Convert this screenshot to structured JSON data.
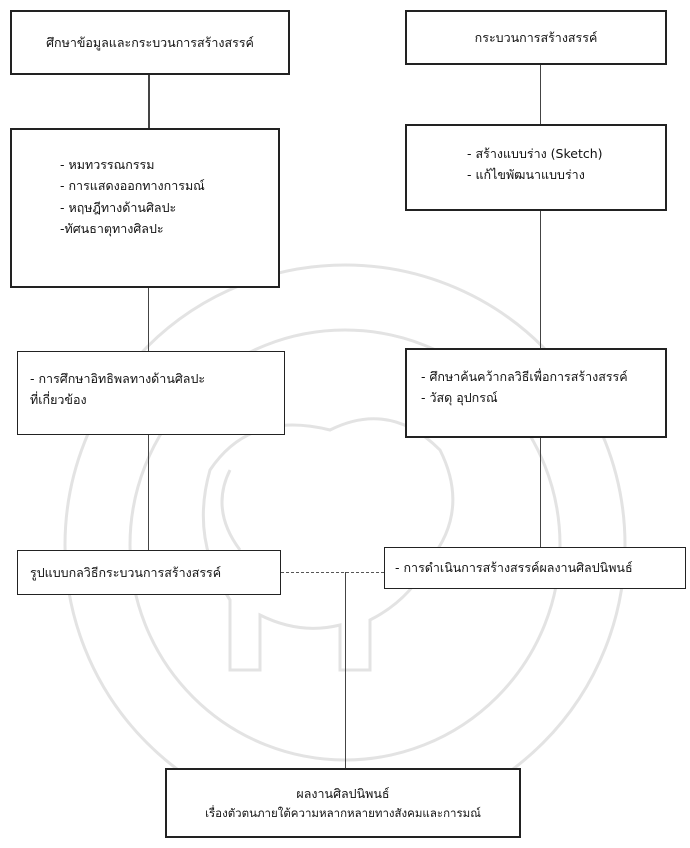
{
  "left": {
    "box1": "ศึกษาข้อมูลและกระบวนการสร้างสรรค์",
    "box2": [
      "- หมทวรรณกรรม",
      "- การแสดงออกทางการมณ์",
      "- หฤษฎีทางด้านศิลปะ",
      "-ทัศนธาตุทางศิลปะ"
    ],
    "box3": [
      "- การศึกษาอิทธิพลทางด้านศิลปะ",
      "ที่เกี่ยวข้อง"
    ],
    "box4": "รูปแบบกลวิธีกระบวนการสร้างสรรค์"
  },
  "right": {
    "box1": "กระบวนการสร้างสรรค์",
    "box2": [
      "- สร้างแบบร่าง (Sketch)",
      "- แก้ไขพัฒนาแบบร่าง"
    ],
    "box3": [
      "- ศึกษาค้นคว้ากลวิธีเพื่อการสร้างสรรค์",
      "- วัสดุ อุปกรณ์"
    ],
    "box4": "- การดำเนินการสร้างสรรค์ผลงานศิลปนิพนธ์"
  },
  "final": {
    "line1": "ผลงานศิลปนิพนธ์",
    "line2": "เรื่องตัวตนภายใต้ความหลากหลายทางสังคมและการมณ์"
  }
}
